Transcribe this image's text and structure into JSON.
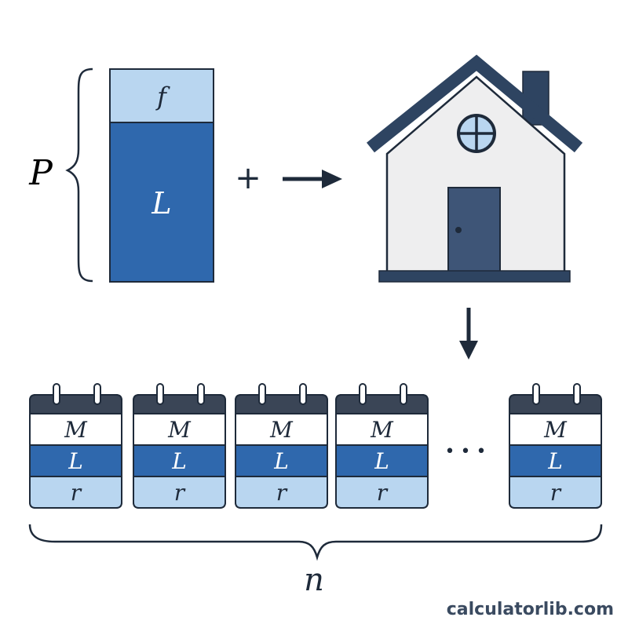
{
  "labels": {
    "principal": "P",
    "fee": "f",
    "loan": "L",
    "plus": "+",
    "periods": "n",
    "ellipsis": "• • •"
  },
  "calendar": {
    "rows": [
      "M",
      "L",
      "r"
    ]
  },
  "watermark": "calculatorlib.com",
  "colors": {
    "dark_navy": "#2e4461",
    "loan_blue": "#2f68ad",
    "fee_light_blue": "#b9d6f0",
    "house_wall": "#eeeeef",
    "door": "#3e5577",
    "stroke": "#1e2a3a"
  }
}
